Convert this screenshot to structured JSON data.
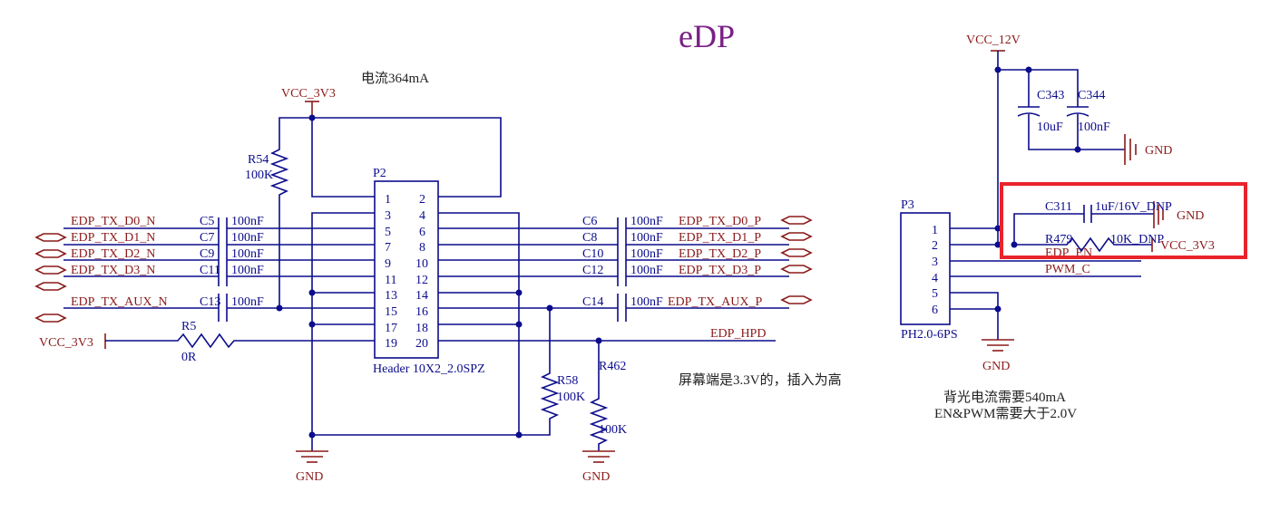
{
  "title": "eDP",
  "notes": {
    "current": "电流364mA",
    "screen_end": "屏幕端是3.3V的，插入为高",
    "backlight_current": "背光电流需要540mA",
    "en_pwm": "EN&PWM需要大于2.0V"
  },
  "connector_p2": {
    "ref": "P2",
    "part": "Header 10X2_2.0SPZ",
    "pins_left": [
      "1",
      "3",
      "5",
      "7",
      "9",
      "11",
      "13",
      "15",
      "17",
      "19"
    ],
    "pins_right": [
      "2",
      "4",
      "6",
      "8",
      "10",
      "12",
      "14",
      "16",
      "18",
      "20"
    ]
  },
  "connector_p3": {
    "ref": "P3",
    "part": "PH2.0-6PS",
    "pins": [
      "1",
      "2",
      "3",
      "4",
      "5",
      "6"
    ]
  },
  "power_nets": {
    "vcc_3v3": "VCC_3V3",
    "vcc_12v": "VCC_12V",
    "gnd": "GND"
  },
  "left_signals": [
    "EDP_TX_D0_N",
    "EDP_TX_D1_N",
    "EDP_TX_D2_N",
    "EDP_TX_D3_N",
    "EDP_TX_AUX_N"
  ],
  "right_signals": [
    "EDP_TX_D0_P",
    "EDP_TX_D1_P",
    "EDP_TX_D2_P",
    "EDP_TX_D3_P",
    "EDP_TX_AUX_P"
  ],
  "hpd": "EDP_HPD",
  "caps_left": [
    {
      "ref": "C5",
      "value": "100nF"
    },
    {
      "ref": "C7",
      "value": "100nF"
    },
    {
      "ref": "C9",
      "value": "100nF"
    },
    {
      "ref": "C11",
      "value": "100nF"
    },
    {
      "ref": "C13",
      "value": "100nF"
    }
  ],
  "caps_right": [
    {
      "ref": "C6",
      "value": "100nF"
    },
    {
      "ref": "C8",
      "value": "100nF"
    },
    {
      "ref": "C10",
      "value": "100nF"
    },
    {
      "ref": "C12",
      "value": "100nF"
    },
    {
      "ref": "C14",
      "value": "100nF"
    }
  ],
  "resistors": {
    "r54": {
      "ref": "R54",
      "value": "100K"
    },
    "r5": {
      "ref": "R5",
      "value": "0R"
    },
    "r58": {
      "ref": "R58",
      "value": "100K"
    },
    "r462": {
      "ref": "R462",
      "value": "100K"
    },
    "r479": {
      "ref": "R479",
      "value": "10K_DNP"
    }
  },
  "backlight_caps": {
    "c343": {
      "ref": "C343",
      "value": "10uF"
    },
    "c344": {
      "ref": "C344",
      "value": "100nF"
    },
    "c311": {
      "ref": "C311",
      "value": "1uF/16V_DNP"
    }
  },
  "p3_nets": {
    "en": "EDP_EN",
    "pwm": "PWM_C"
  }
}
